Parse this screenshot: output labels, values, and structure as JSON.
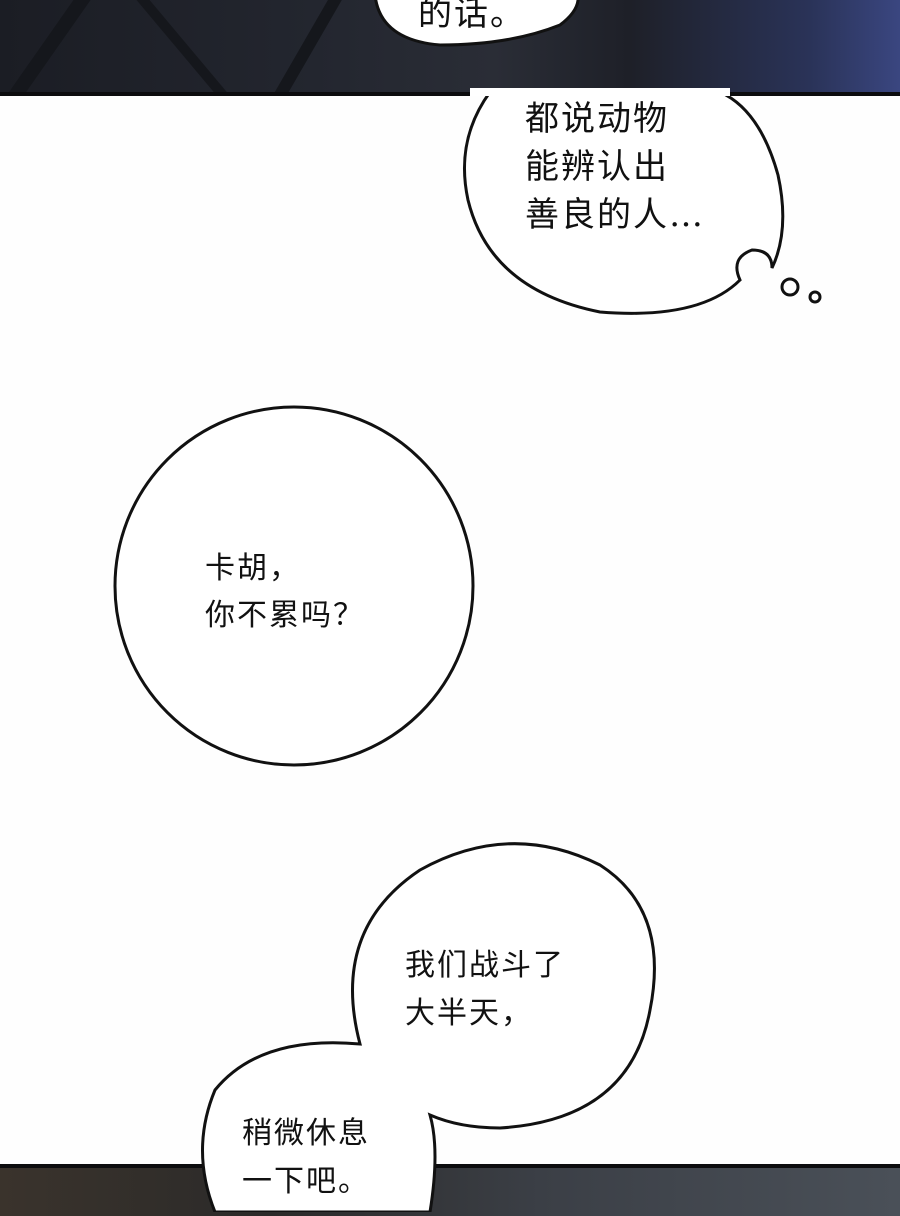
{
  "panels": [
    {
      "id": "top-panel",
      "description": "dark night scene, top edge"
    },
    {
      "id": "white-gutter"
    },
    {
      "id": "bottom-panel",
      "description": "dark interior scene, bottom edge"
    }
  ],
  "bubbles": {
    "top_cut": {
      "type": "speech",
      "lines": [
        "的话。"
      ]
    },
    "thought": {
      "type": "thought",
      "lines": [
        "都说动物",
        "能辨认出",
        "善良的人…"
      ]
    },
    "circle": {
      "type": "speech",
      "lines": [
        "卡胡，",
        "你不累吗？"
      ]
    },
    "double_upper": {
      "type": "speech",
      "lines": [
        "我们战斗了",
        "大半天，"
      ]
    },
    "double_lower": {
      "type": "speech",
      "lines": [
        "稍微休息",
        "一下吧。"
      ]
    }
  },
  "colors": {
    "outline": "#111111",
    "bubble_fill": "#ffffff",
    "gutter": "#fefefe",
    "night_blue": "#3a4680"
  }
}
